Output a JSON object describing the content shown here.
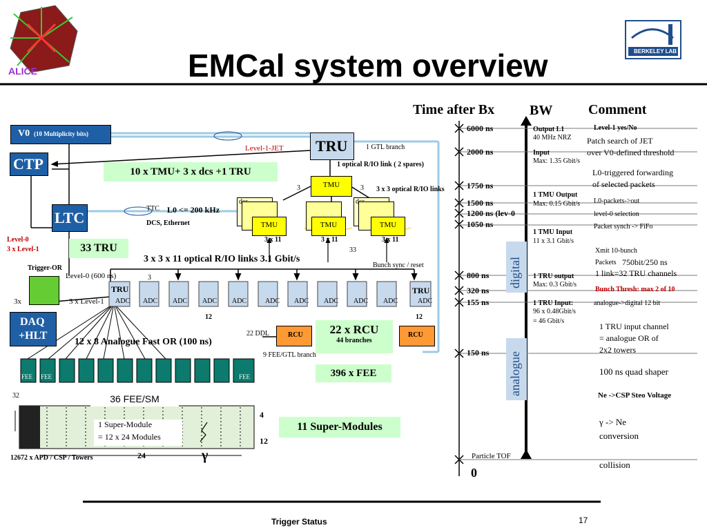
{
  "slide": {
    "title": "EMCal system overview",
    "footer": "Trigger Status",
    "page_number": "17",
    "alice_logo_text": "ALICE",
    "berkeley_logo_text": "BERKELEY LAB"
  },
  "headers": {
    "time": "Time after Bx",
    "bw": "BW",
    "comment": "Comment"
  },
  "blocks": {
    "v0": "V0",
    "v0_sub": "(10 Multiplicity bits)",
    "ctp": "CTP",
    "ltc": "LTC",
    "tru_top": "TRU",
    "tru_left": "TRU",
    "tru_right": "TRU",
    "tmu_top": "TMU",
    "tmu_1": "TMU",
    "tmu_2": "TMU",
    "tmu_3": "TMU",
    "dcs_1": "dcs",
    "dcs_2": "dcs",
    "rcu_1": "RCU",
    "rcu_2": "RCU",
    "daq": "DAQ",
    "hlt": "+HLT",
    "fee_1": "FEE",
    "fee_2": "FEE",
    "fee_3": "FEE",
    "adc": "ADC"
  },
  "labels": {
    "level1_jet": "Level-1-JET",
    "gtl_branch": "1 GTL branch",
    "optical_link": "1  optical R/IO link ( 2 spares)",
    "tmu_summary": "10 x TMU+ 3 x dcs +1 TRU",
    "ttc": "TTC",
    "l0_rate": "L0 <= 200 kHz",
    "dcs_eth": "DCS, Ethernet",
    "three_a": "3",
    "three_b": "3",
    "three_c": "3",
    "optical_3x3": "3 x 3  optical R/IO links",
    "three_x11_a": "3 x 11",
    "three_x11_b": "3 x 11",
    "three_x11_c": "3 x 11",
    "thirtythree": "33",
    "tru33": "33 TRU",
    "optical_links": "3 x 3 x 11  optical R/IO links 3.1 Gbit/s",
    "bunch_sync": "Bunch sync / reset",
    "level0_red": "Level-0",
    "level1_red": "3 x Level-1",
    "trigger_or": "Trigger-OR",
    "level0_600": "Level-0 (600 ns)",
    "three_x": "3x",
    "three_x_level1": "3 x Level-1",
    "twelve_a": "12",
    "twelve_b": "12",
    "ddl": "22 DDL",
    "rcu22": "22 x RCU",
    "branches44": "44  branches",
    "fast_or": "12 x 8 Analogue Fast OR (100 ns)",
    "fee_gtl": "9 FEE/GTL branch",
    "fee396": "396 x FEE",
    "thirtytwo": "32",
    "fee_sm": "36 FEE/SM",
    "super_module_1": "1 Super-Module",
    "super_module_2": "= 12 x 24 Modules",
    "four": "4",
    "twelve_c": "12",
    "twentyfour": "24",
    "towers": "12672 x  APD / CSP / Towers",
    "gamma": "γ",
    "sm11": "11 Super-Modules",
    "digital": "digital",
    "analogue": "analogue",
    "particle_tof": "Particle TOF",
    "zero": "0"
  },
  "timeline": [
    {
      "time": "6000 ns"
    },
    {
      "time": "2000 ns"
    },
    {
      "time": "1750 ns"
    },
    {
      "time": "1500 ns"
    },
    {
      "time": "1200 ns (lev-0"
    },
    {
      "time": "1050 ns"
    },
    {
      "time": "800 ns"
    },
    {
      "time": "320 ns"
    },
    {
      "time": "155 ns"
    },
    {
      "time": "150 ns"
    }
  ],
  "bw": {
    "out_l1": "Output L1",
    "out_l1_rate": "40 MHz NRZ",
    "input": "Input",
    "input_max": "Max: 1.35 Gbit/s",
    "tmu_out": "1 TMU Output",
    "tmu_out_max": "Max: 0.15 Gbit/s",
    "tmu_in": "1 TMU Input",
    "tmu_in_rate": "11 x 3.1 Gbit/s",
    "tru_out": "1 TRU output",
    "tru_out_max": "Max: 0.3 Gbit/s",
    "tru_in": "1 TRU Input:",
    "tru_in_rate": "96 x 0.48Gbit/s",
    "tru_in_total": "= 46 Gbit/s"
  },
  "comments": {
    "c1": "Level-1 yes/No",
    "c2a": "Patch search of JET",
    "c2b": "over V0-defined threshold",
    "c3a": "L0-triggered forwarding",
    "c3b": "of  selected packets",
    "c4": "L0-packets->out",
    "c5": "level-0 selection",
    "c6": "Packet synch -> FiFo",
    "c7": "Xmit  10-bunch",
    "c8a": "Packets",
    "c8b": "750bit/250 ns",
    "c9": "1 link=32 TRU channels",
    "c10": "Bunch Thresh: max 2 of 10",
    "c11": "analogue->digital 12 bit",
    "c12a": "1 TRU input channel",
    "c12b": "= analogue OR of",
    "c12c": "2x2 towers",
    "c13": "100 ns quad shaper",
    "c14": "Ne ->CSP Steo Voltage",
    "c15a": "γ -> Ne",
    "c15b": "conversion",
    "c16": "collision"
  }
}
